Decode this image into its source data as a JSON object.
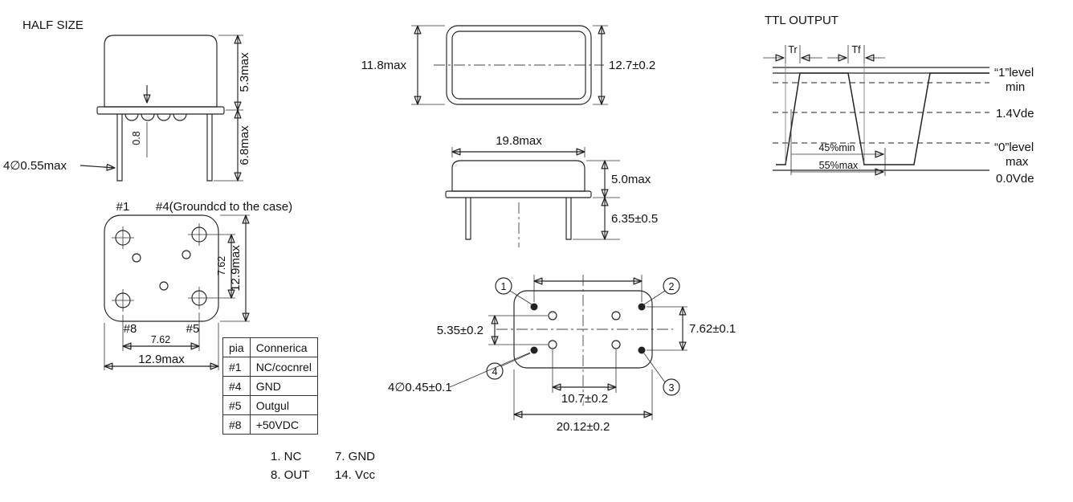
{
  "title": {
    "half_size": "HALF SIZE",
    "ttl_output": "TTL OUTPUT"
  },
  "front_view": {
    "dim_case_height": "5.3max",
    "dim_pin_length": "6.8max",
    "dim_standoff": "0.8",
    "dim_pin_dia": "4∅0.55max"
  },
  "bottom_view_left": {
    "pin1_label": "#1",
    "pin4_label": "#4(Groundcd to the case)",
    "pin8_label": "#8",
    "pin5_label": "#5",
    "dim_pin_pitch_v": "7.62",
    "dim_body_v": "12.9max",
    "dim_pin_pitch_h": "7.62",
    "dim_body_h": "12.9max"
  },
  "pin_table": {
    "headers": [
      "pia",
      "Connerica"
    ],
    "rows": [
      [
        "#1",
        "NC/cocnrel"
      ],
      [
        "#4",
        "GND"
      ],
      [
        "#5",
        "Outgul"
      ],
      [
        "#8",
        "+50VDC"
      ]
    ]
  },
  "pin_notes": {
    "r0c0": "1. NC",
    "r0c1": "7. GND",
    "r1c0": "8. OUT",
    "r1c1": "14. Vcc"
  },
  "top_view": {
    "dim_width": "11.8max",
    "dim_height": "12.7±0.2"
  },
  "side_view": {
    "dim_length": "19.8max",
    "dim_height": "5.0max",
    "dim_pin_length": "6.35±0.5"
  },
  "bottom_view_right": {
    "pin_numbers": [
      "1",
      "2",
      "3",
      "4"
    ],
    "dim_inner_v": "5.35±0.2",
    "dim_pitch_v": "7.62±0.1",
    "dim_inner_h": "10.7±0.2",
    "dim_body_h": "20.12±0.2",
    "dim_pin_dia": "4∅0.45±0.1"
  },
  "ttl": {
    "tr": "Tr",
    "tf": "Tf",
    "level1": "“1”level",
    "level1_min": "min",
    "vmid": "1.4Vde",
    "level0": "“0”level",
    "level0_max": "max",
    "vlow": "0.0Vde",
    "duty_min": "45%min",
    "duty_max": "55%max"
  }
}
